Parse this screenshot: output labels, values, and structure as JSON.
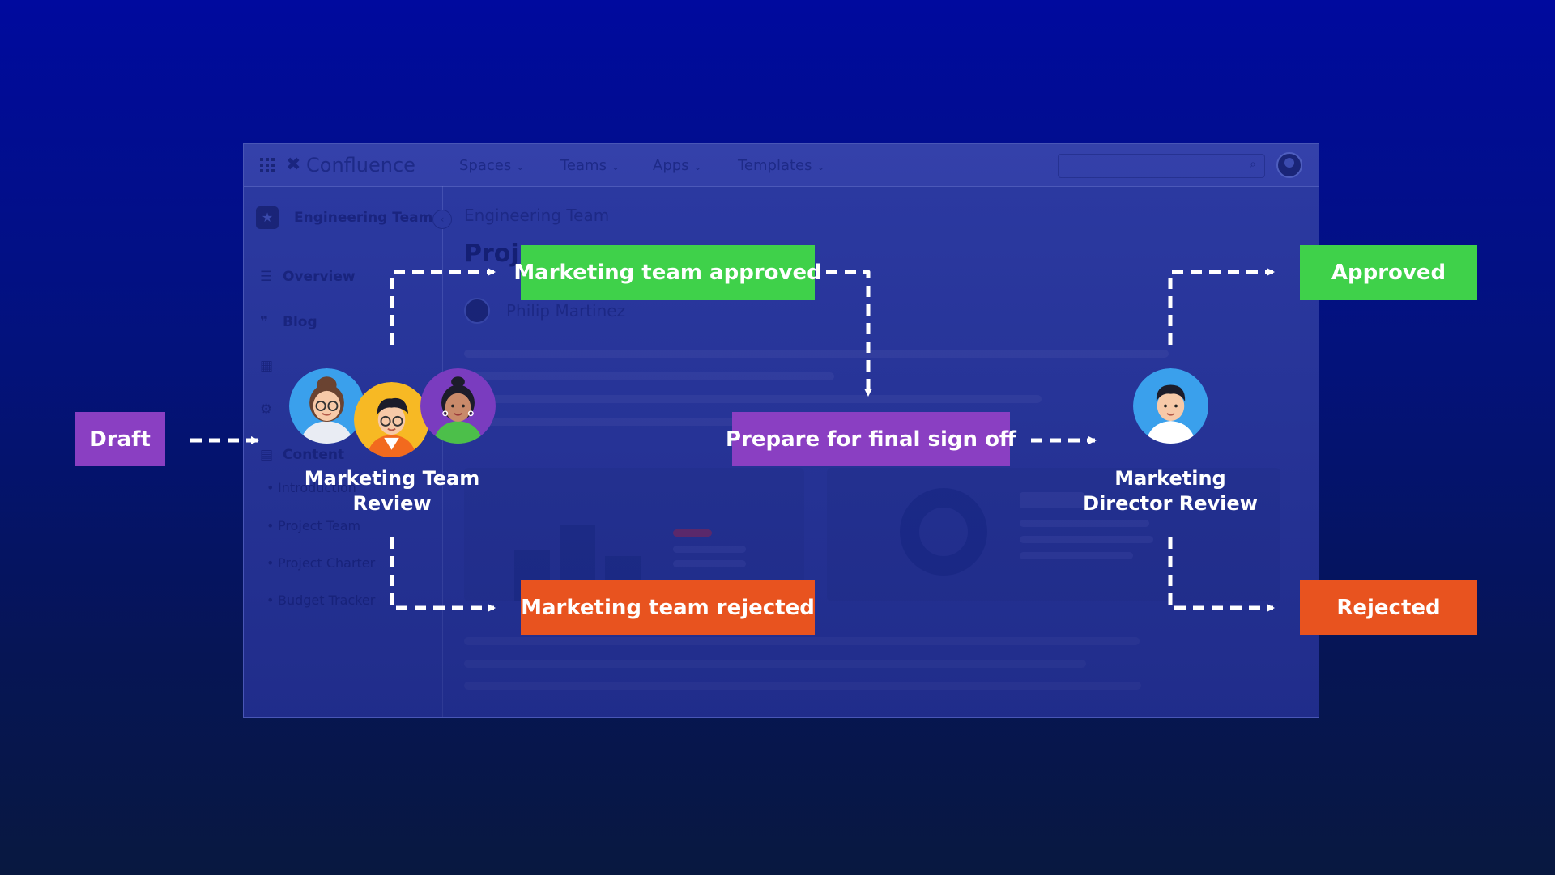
{
  "app": {
    "brand": "Confluence",
    "nav": [
      "Spaces",
      "Teams",
      "Apps",
      "Templates"
    ],
    "sidebar": {
      "space_title": "Engineering Team",
      "items": [
        {
          "label": "Overview",
          "icon": "lines-icon"
        },
        {
          "label": "Blog",
          "icon": "quote-icon"
        }
      ],
      "content_label": "Content",
      "content_items": [
        "Introduction",
        "Project Team",
        "Project Charter",
        "Budget Tracker"
      ]
    },
    "breadcrumb": "Engineering Team",
    "page_title": "Proj",
    "author": "Philip Martinez"
  },
  "workflow": {
    "draft": "Draft",
    "team_review": "Marketing Team\nReview",
    "team_approved": "Marketing team approved",
    "team_rejected": "Marketing team rejected",
    "final_signoff": "Prepare for final sign off",
    "director_review": "Marketing\nDirector Review",
    "approved": "Approved",
    "rejected": "Rejected"
  },
  "colors": {
    "draft": "#8a3fc2",
    "approved": "#3fd14a",
    "rejected": "#e8531f"
  }
}
